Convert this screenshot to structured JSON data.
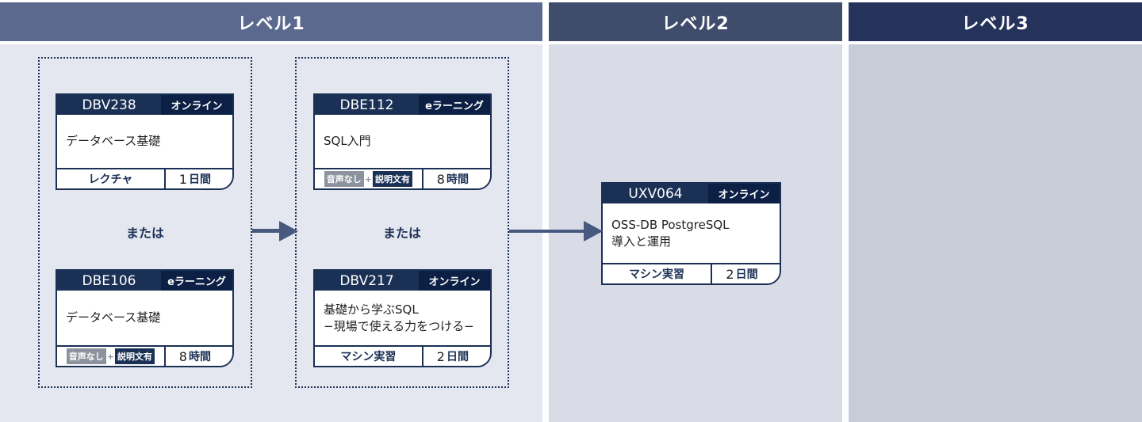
{
  "colors": {
    "navy": "#1b3055",
    "badge-navy": "#0c1f44",
    "gray-tag": "#8d939e",
    "slate": "#47597f",
    "l1-header": "#5a698d",
    "l2-header": "#3f4c6b",
    "l3-header": "#25335a",
    "l1-body": "#e5e7f0",
    "l2-body": "#d9dce7",
    "l3-body": "#c8ccd9"
  },
  "columns": [
    {
      "label": "レベル1"
    },
    {
      "label": "レベル2"
    },
    {
      "label": "レベル3"
    }
  ],
  "groups": [
    {
      "or_label": "または"
    },
    {
      "or_label": "または"
    }
  ],
  "courses": {
    "dbv238": {
      "code": "DBV238",
      "badge": "オンライン",
      "title_line1": "データベース基礎",
      "style": "レクチャ",
      "duration_num": "1",
      "duration_unit": "日間"
    },
    "dbe106": {
      "code": "DBE106",
      "badge": "eラーニング",
      "title_line1": "データベース基礎",
      "tag_audio": "音声なし",
      "tag_plus": "+",
      "tag_text": "説明文有",
      "duration_num": "8",
      "duration_unit": "時間"
    },
    "dbe112": {
      "code": "DBE112",
      "badge": "eラーニング",
      "title_line1": "SQL入門",
      "tag_audio": "音声なし",
      "tag_plus": "+",
      "tag_text": "説明文有",
      "duration_num": "8",
      "duration_unit": "時間"
    },
    "dbv217": {
      "code": "DBV217",
      "badge": "オンライン",
      "title_line1": "基礎から学ぶSQL",
      "title_line2": "−現場で使える力をつける−",
      "style": "マシン実習",
      "duration_num": "2",
      "duration_unit": "日間"
    },
    "uxv064": {
      "code": "UXV064",
      "badge": "オンライン",
      "title_line1": "OSS-DB PostgreSQL",
      "title_line2": "導入と運用",
      "style": "マシン実習",
      "duration_num": "2",
      "duration_unit": "日間"
    }
  }
}
